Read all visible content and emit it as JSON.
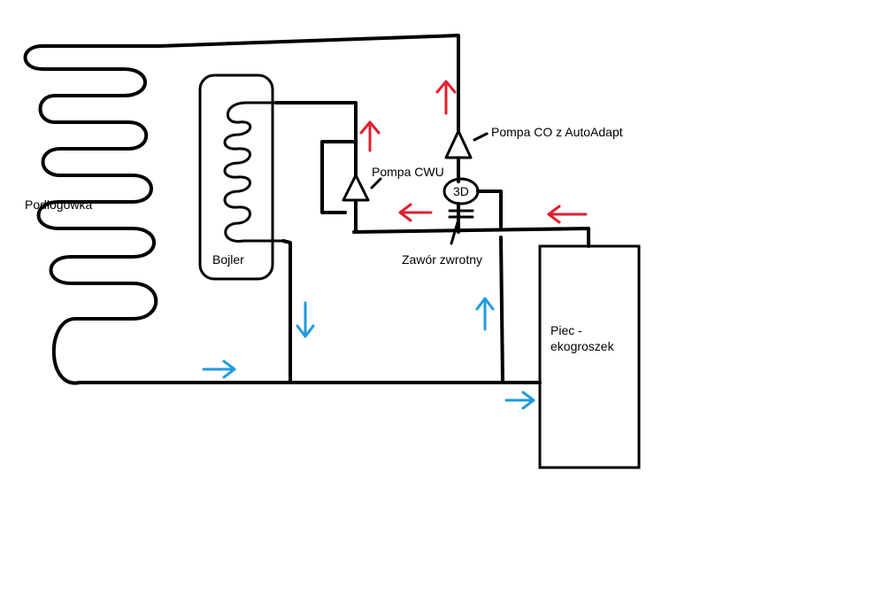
{
  "labels": {
    "underfloor": "Podłogówka",
    "boiler_tank": "Bojler",
    "pump_dhw": "Pompa CWU",
    "pump_ch": "Pompa CO z AutoAdapt",
    "valve_3d": "3D",
    "check_valve": "Zawór zwrotny",
    "furnace_line1": "Piec -",
    "furnace_line2": "ekogroszek"
  },
  "colors": {
    "pipe": "#000000",
    "hot_flow": "#e0202e",
    "cold_flow": "#1f9be0",
    "background": "#ffffff"
  },
  "flow_arrows": {
    "hot": [
      "up",
      "up",
      "left",
      "left"
    ],
    "cold": [
      "down",
      "up",
      "right",
      "right"
    ]
  }
}
